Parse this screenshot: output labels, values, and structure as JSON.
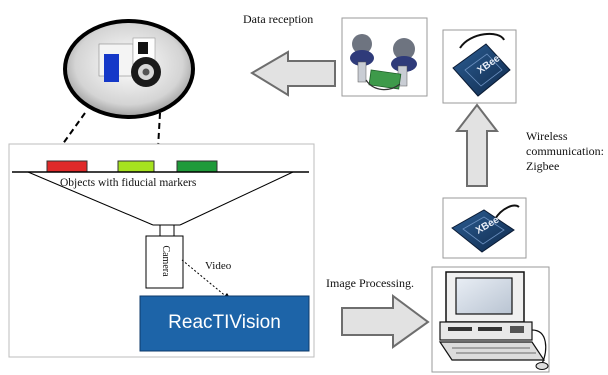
{
  "labels": {
    "data_reception": "Data reception",
    "wireless_line1": "Wireless",
    "wireless_line2": "communication:",
    "wireless_line3": "Zigbee",
    "objects": "Objects with fiducial markers",
    "video": "Video",
    "camera": "Camera",
    "image_processing": "Image Processing.",
    "reactivision": "ReacTIVision"
  },
  "device_logo": "XBee",
  "colors": {
    "marker_red": "#e02a2a",
    "marker_green_light": "#a6e21f",
    "marker_green_dark": "#1f9a3a",
    "reactivision_blue": "#1d64a8",
    "arrow_fill": "#e2e2e2",
    "arrow_stroke": "#6e6e6e"
  }
}
